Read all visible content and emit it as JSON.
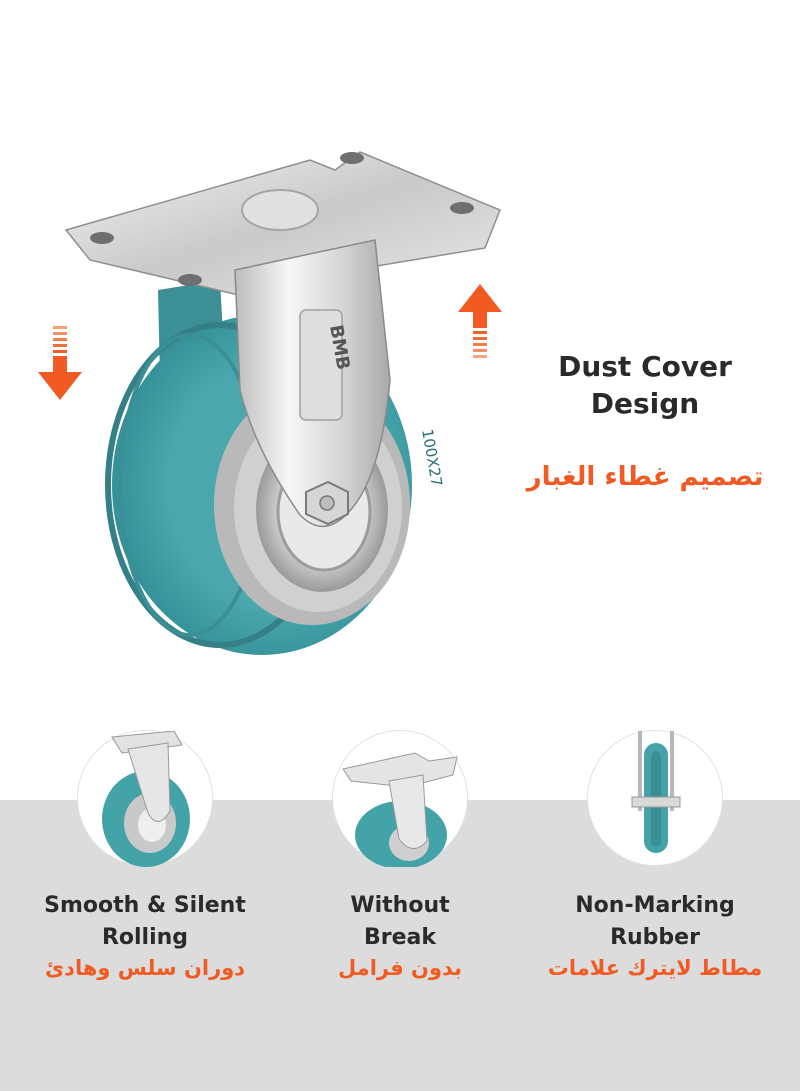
{
  "hero": {
    "brand_mark": "BMB",
    "wheel_marking": "100X27",
    "headline_en_line1": "Dust Cover",
    "headline_en_line2": "Design",
    "headline_ar": "تصميم غطاء الغبار"
  },
  "features": [
    {
      "title_line1": "Smooth & Silent",
      "title_line2": "Rolling",
      "title_ar": "دوران سلس وهادئ"
    },
    {
      "title_line1": "Without",
      "title_line2": "Break",
      "title_ar": "بدون فرامل"
    },
    {
      "title_line1": "Non-Marking",
      "title_line2": "Rubber",
      "title_ar": "مطاط لايترك علامات"
    }
  ],
  "colors": {
    "accent_orange": "#f15a22",
    "wheel_teal": "#3f9ea6",
    "band_gray": "#dcdcdc"
  }
}
